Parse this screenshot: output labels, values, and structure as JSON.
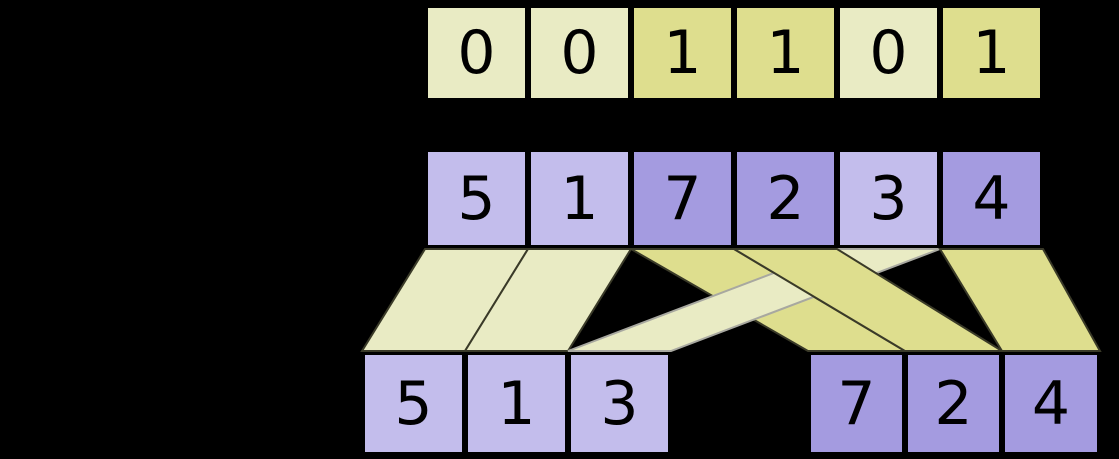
{
  "diagram": {
    "title": "stream-compaction-partition",
    "colors": {
      "mask_zero_fill": "#E9EBC4",
      "mask_one_fill": "#DEDE8E",
      "value_zero_fill": "#C3BDEC",
      "value_one_fill": "#A49BE0",
      "outline": "#000000",
      "ribbon_light": "#E9EBC4",
      "ribbon_dark": "#DEDE8E",
      "ribbon_edge_dark": "#3A3A28",
      "ribbon_edge_gray": "#A8A8A0",
      "background": "#000000",
      "text": "#000000"
    },
    "rows": {
      "mask": {
        "name": "mask-row",
        "cells": [
          {
            "value": "0",
            "flag": 0
          },
          {
            "value": "0",
            "flag": 0
          },
          {
            "value": "1",
            "flag": 1
          },
          {
            "value": "1",
            "flag": 1
          },
          {
            "value": "0",
            "flag": 0
          },
          {
            "value": "1",
            "flag": 1
          }
        ]
      },
      "input": {
        "name": "input-row",
        "cells": [
          {
            "value": "5",
            "flag": 0
          },
          {
            "value": "1",
            "flag": 0
          },
          {
            "value": "7",
            "flag": 1
          },
          {
            "value": "2",
            "flag": 1
          },
          {
            "value": "3",
            "flag": 0
          },
          {
            "value": "4",
            "flag": 1
          }
        ]
      },
      "output_left": {
        "name": "output-false-group",
        "cells": [
          {
            "value": "5",
            "flag": 0
          },
          {
            "value": "1",
            "flag": 0
          },
          {
            "value": "3",
            "flag": 0
          }
        ]
      },
      "output_right": {
        "name": "output-true-group",
        "cells": [
          {
            "value": "7",
            "flag": 1
          },
          {
            "value": "2",
            "flag": 1
          },
          {
            "value": "4",
            "flag": 1
          }
        ]
      }
    },
    "mappings": [
      {
        "from": 0,
        "to_group": "left",
        "to_index": 0,
        "shade": "light"
      },
      {
        "from": 1,
        "to_group": "left",
        "to_index": 1,
        "shade": "light"
      },
      {
        "from": 2,
        "to_group": "right",
        "to_index": 0,
        "shade": "dark"
      },
      {
        "from": 3,
        "to_group": "right",
        "to_index": 1,
        "shade": "dark"
      },
      {
        "from": 4,
        "to_group": "left",
        "to_index": 2,
        "shade": "light"
      },
      {
        "from": 5,
        "to_group": "right",
        "to_index": 2,
        "shade": "dark"
      }
    ]
  }
}
